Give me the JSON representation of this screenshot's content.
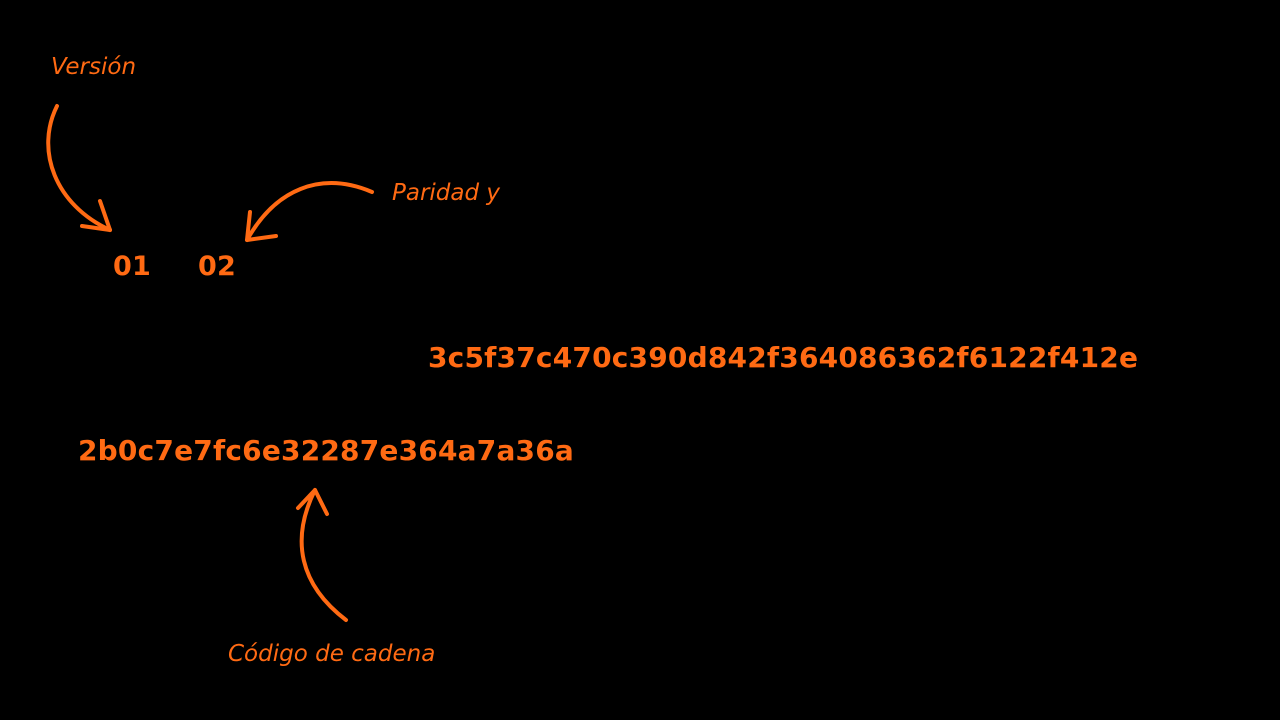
{
  "labels": {
    "version": "Versión",
    "parity": "Paridad y",
    "chain_code": "Código de cadena"
  },
  "values": {
    "version_byte": "01",
    "parity_byte": "02",
    "key_hex": "3c5f37c470c390d842f364086362f6122f412e",
    "chain_code_hex": "2b0c7e7fc6e32287e364a7a36a"
  },
  "colors": {
    "background": "#000000",
    "accent": "#ff6a13"
  }
}
